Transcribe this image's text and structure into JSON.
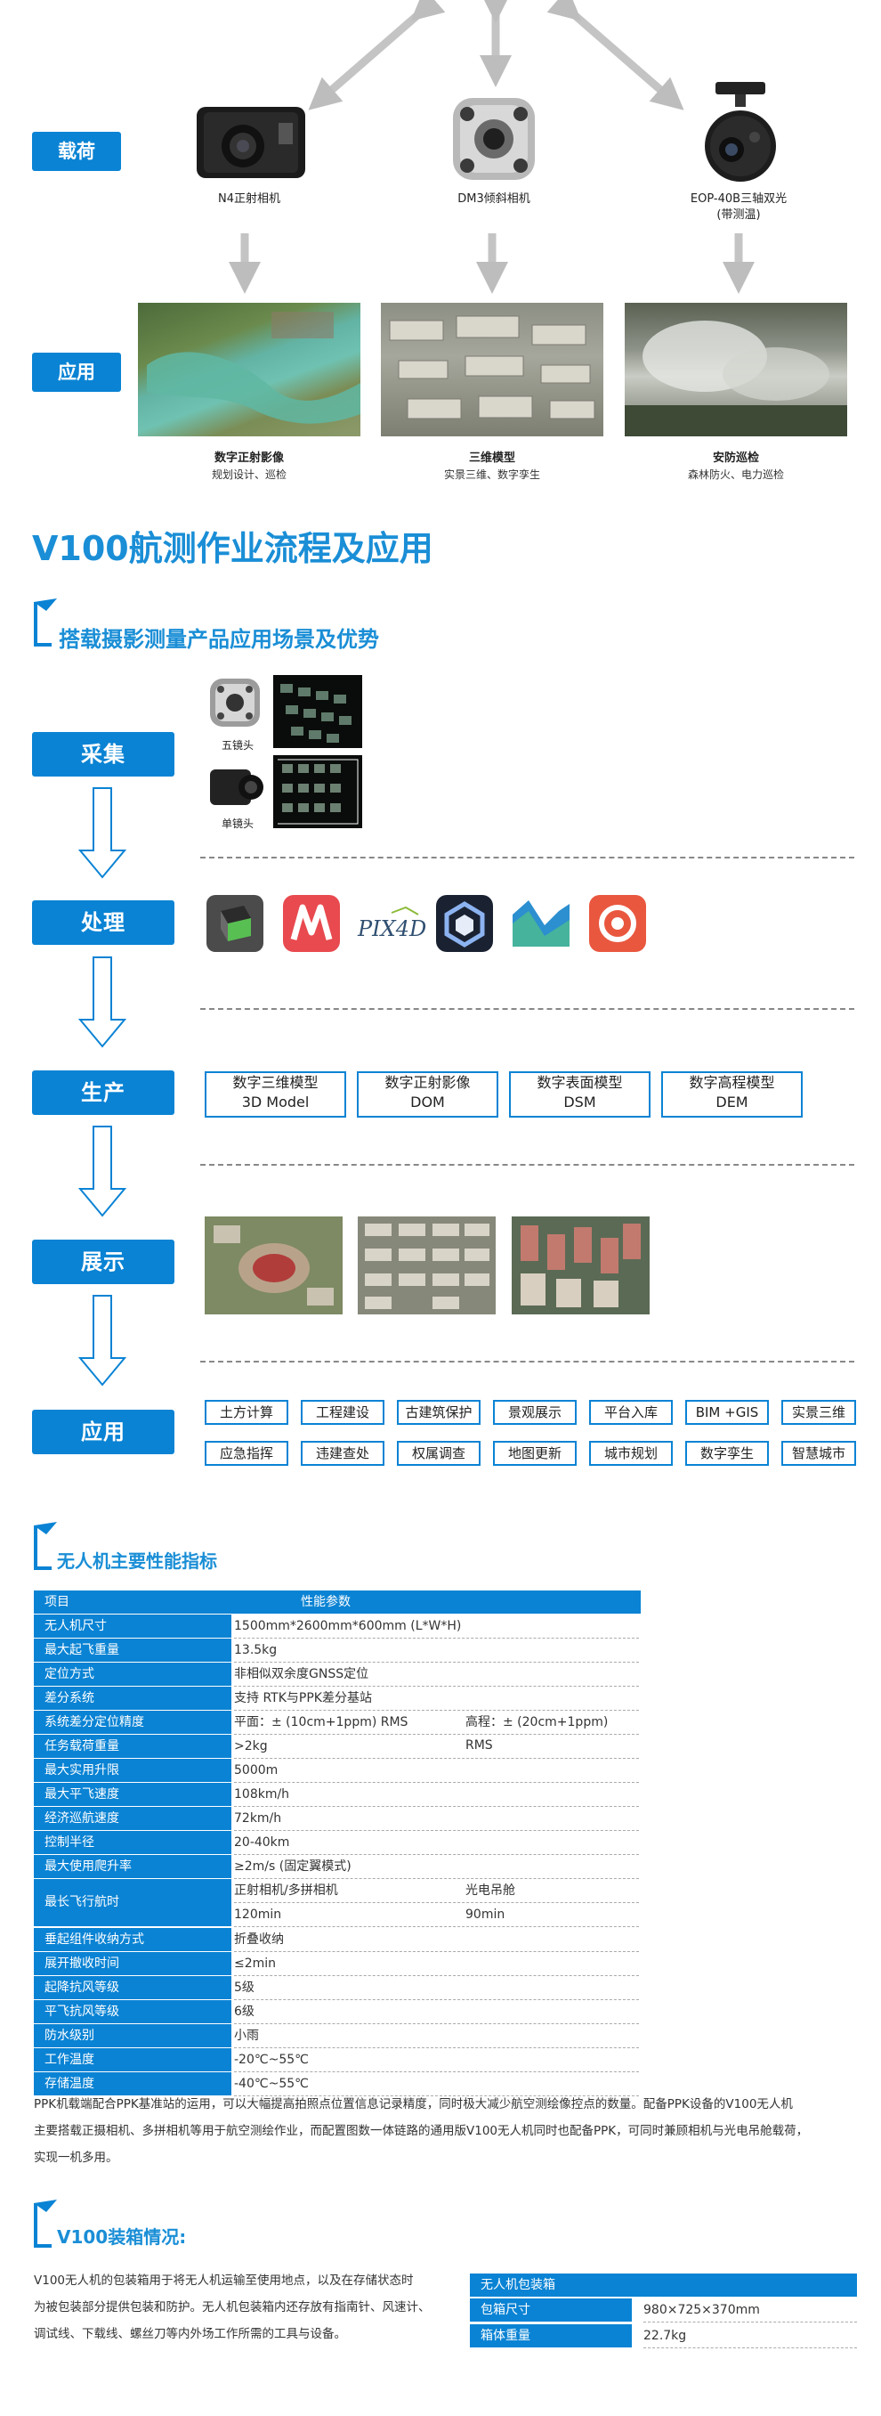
{
  "top": {
    "payload_label": "载荷",
    "application_label": "应用",
    "payloads": [
      {
        "name": "N4正射相机"
      },
      {
        "name": "DM3倾斜相机"
      },
      {
        "name": "EOP-40B三轴双光",
        "sub": "(带测温)"
      }
    ],
    "applications": [
      {
        "title": "数字正射影像",
        "sub": "规划设计、巡检"
      },
      {
        "title": "三维模型",
        "sub": "实景三维、数字孪生"
      },
      {
        "title": "安防巡检",
        "sub": "森林防火、电力巡检"
      }
    ]
  },
  "main_title": "V100航测作业流程及应用",
  "section1": {
    "title": "搭载摄影测量产品应用场景及优势",
    "steps": [
      "采集",
      "处理",
      "生产",
      "展示",
      "应用"
    ],
    "lens_labels": [
      "五镜头",
      "单镜头"
    ],
    "software_icons": [
      "pix4d-logo"
    ],
    "pix4d_text": "PIX4D",
    "products": [
      {
        "cn": "数字三维模型",
        "en": "3D Model"
      },
      {
        "cn": "数字正射影像",
        "en": "DOM"
      },
      {
        "cn": "数字表面模型",
        "en": "DSM"
      },
      {
        "cn": "数字高程模型",
        "en": "DEM"
      }
    ],
    "applications_row1": [
      "土方计算",
      "工程建设",
      "古建筑保护",
      "景观展示",
      "平台入库",
      "BIM +GIS",
      "实景三维"
    ],
    "applications_row2": [
      "应急指挥",
      "违建查处",
      "权属调查",
      "地图更新",
      "城市规划",
      "数字孪生",
      "智慧城市"
    ]
  },
  "section2": {
    "title": "无人机主要性能指标",
    "header": {
      "k": "项目",
      "v": "性能参数"
    },
    "rows": [
      {
        "k": "无人机尺寸",
        "v": "1500mm*2600mm*600mm    (L*W*H)"
      },
      {
        "k": "最大起飞重量",
        "v": "13.5kg"
      },
      {
        "k": "定位方式",
        "v": "非相似双余度GNSS定位"
      },
      {
        "k": "差分系统",
        "v": "支持 RTK与PPK差分基站"
      },
      {
        "k": "系统差分定位精度",
        "v": "平面：±  (10cm+1ppm)  RMS",
        "v2": "高程：±  (20cm+1ppm)  RMS"
      },
      {
        "k": "任务载荷重量",
        "v": ">2kg"
      },
      {
        "k": "最大实用升限",
        "v": "5000m"
      },
      {
        "k": "最大平飞速度",
        "v": "108km/h"
      },
      {
        "k": "经济巡航速度",
        "v": "72km/h"
      },
      {
        "k": "控制半径",
        "v": "20-40km"
      },
      {
        "k": "最大使用爬升率",
        "v": "≥2m/s  (固定翼模式)"
      }
    ],
    "endurance": {
      "k": "最长飞行航时",
      "a1": "正射相机/多拼相机",
      "b1": "光电吊舱",
      "a2": "120min",
      "b2": "90min"
    },
    "rows2": [
      {
        "k": "垂起组件收纳方式",
        "v": "折叠收纳"
      },
      {
        "k": "展开撤收时间",
        "v": "≤2min"
      },
      {
        "k": "起降抗风等级",
        "v": "5级"
      },
      {
        "k": "平飞抗风等级",
        "v": "6级"
      },
      {
        "k": "防水级别",
        "v": "小雨"
      },
      {
        "k": "工作温度",
        "v": "-20℃~55℃"
      },
      {
        "k": "存储温度",
        "v": "-40℃~55℃"
      }
    ],
    "paragraph": [
      "PPK机载端配合PPK基准站的运用，可以大幅提高拍照点位置信息记录精度，同时极大减少航空测绘像控点的数量。配备PPK设备的V100无人机",
      "主要搭载正摄相机、多拼相机等用于航空测绘作业，而配置图数一体链路的通用版V100无人机同时也配备PPK，可同时兼顾相机与光电吊舱载荷，",
      "实现一机多用。"
    ]
  },
  "section3": {
    "title": "V100装箱情况:",
    "paragraph": [
      "V100无人机的包装箱用于将无人机运输至使用地点，以及在存储状态时",
      "为被包装部分提供包装和防护。无人机包装箱内还存放有指南针、风速计、",
      "调试线、下载线、螺丝刀等内外场工作所需的工具与设备。"
    ],
    "table_title": "无人机包装箱",
    "rows": [
      {
        "k": "包箱尺寸",
        "v": "980×725×370mm"
      },
      {
        "k": "箱体重量",
        "v": "22.7kg"
      }
    ]
  },
  "colors": {
    "accent": "#0a83d4",
    "title": "#1a8ed6"
  }
}
